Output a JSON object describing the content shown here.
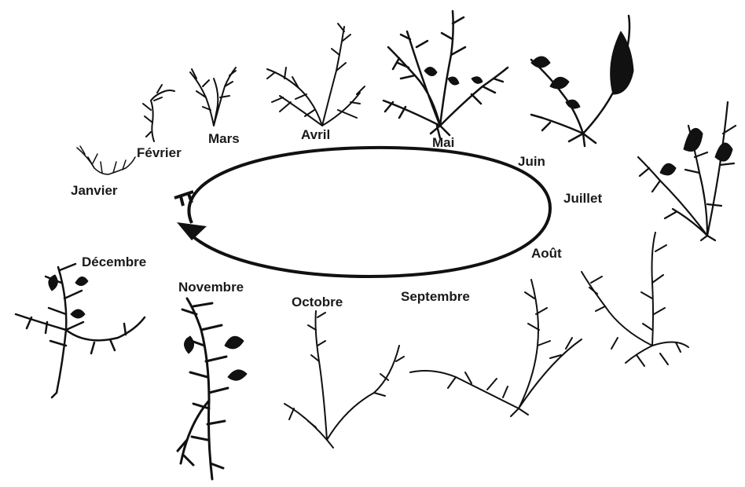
{
  "months": [
    {
      "key": "janvier",
      "label": "Janvier"
    },
    {
      "key": "fevrier",
      "label": "Février"
    },
    {
      "key": "mars",
      "label": "Mars"
    },
    {
      "key": "avril",
      "label": "Avril"
    },
    {
      "key": "mai",
      "label": "Mai"
    },
    {
      "key": "juin",
      "label": "Juin"
    },
    {
      "key": "juillet",
      "label": "Juillet"
    },
    {
      "key": "aout",
      "label": "Août"
    },
    {
      "key": "septembre",
      "label": "Septembre"
    },
    {
      "key": "octobre",
      "label": "Octobre"
    },
    {
      "key": "novembre",
      "label": "Novembre"
    },
    {
      "key": "decembre",
      "label": "Décembre"
    }
  ],
  "colors": {
    "ink": "#111111",
    "background": "#ffffff"
  }
}
